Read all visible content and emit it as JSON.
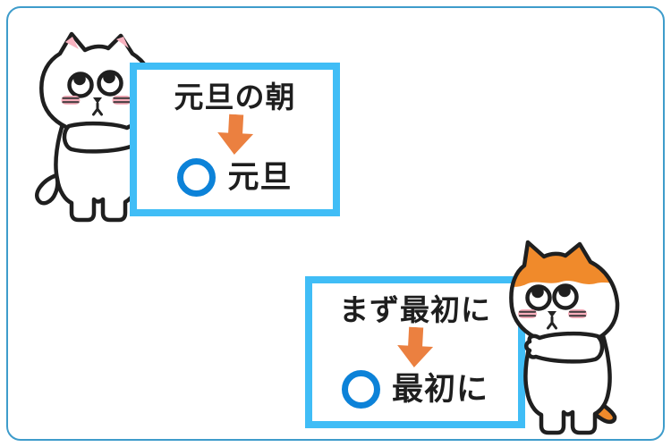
{
  "page": {
    "background": "#ffffff",
    "frame_border_color": "#3E9CCB"
  },
  "cards": [
    {
      "phrase_before": "元旦の朝",
      "phrase_after": "元旦",
      "arrow_icon": "down-arrow",
      "marker_icon": "correct-circle"
    },
    {
      "phrase_before": "まず最初に",
      "phrase_after": "最初に",
      "arrow_icon": "down-arrow",
      "marker_icon": "correct-circle"
    }
  ],
  "colors": {
    "card_border": "#40BDF6",
    "arrow_orange": "#EB8040",
    "circle_blue": "#0C82D8",
    "text_black": "#1E1E1E",
    "cat_outline": "#1F1F1F",
    "cat_orange": "#F08A2B",
    "pink_soft": "#F8AEBC",
    "whisker": "#473F41"
  },
  "illustrations": [
    {
      "name": "white-cat",
      "description": "white cat looking up at sign"
    },
    {
      "name": "calico-cat",
      "description": "white cat with orange head patch and orange tail looking up at sign"
    }
  ]
}
